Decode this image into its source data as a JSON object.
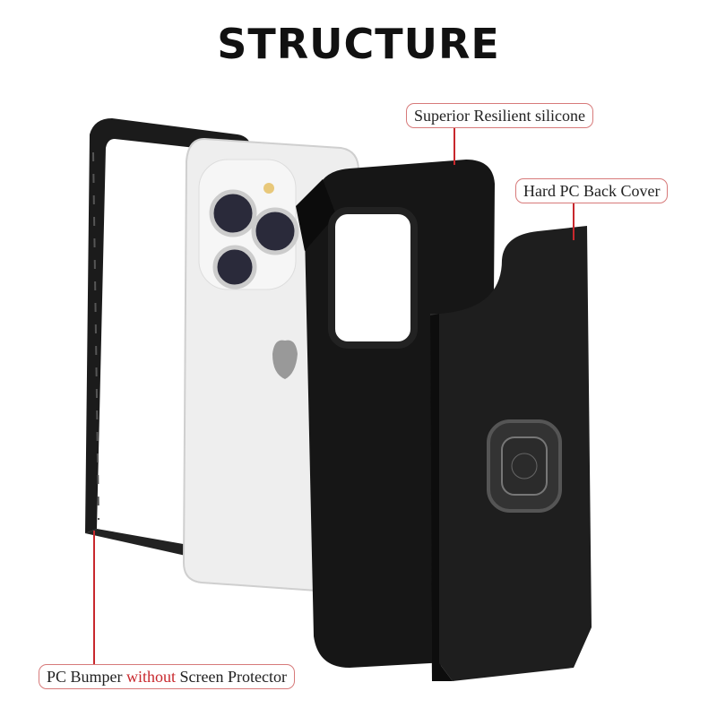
{
  "title": "STRUCTURE",
  "labels": {
    "silicone": "Superior Resilient silicone",
    "back_cover": "Hard PC Back Cover",
    "bumper_prefix": "PC Bumper ",
    "bumper_accent": "without",
    "bumper_suffix": " Screen Protector"
  },
  "colors": {
    "accent": "#c8282d",
    "label_border": "#d77a7a",
    "case": "#1a1a1a"
  }
}
